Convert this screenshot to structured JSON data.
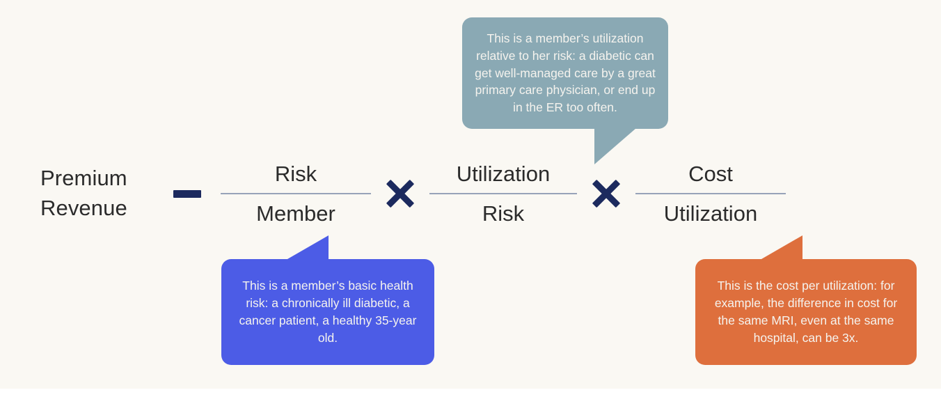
{
  "colors": {
    "page_background": "#faf8f3",
    "outer_background": "#ffffff",
    "formula_text": "#2b2b2b",
    "operator_navy": "#1c2a5e",
    "fraction_bar": "#97a3b8",
    "callout_teal": "#8aa9b4",
    "callout_blue": "#4c5ce6",
    "callout_orange": "#de6f3d",
    "callout_text": "#f5f3ee"
  },
  "formula": {
    "left_term": "Premium\nRevenue",
    "minus_operator": "−",
    "times_operator_1": "×",
    "times_operator_2": "×",
    "fractions": [
      {
        "numerator": "Risk",
        "denominator": "Member"
      },
      {
        "numerator": "Utilization",
        "denominator": "Risk"
      },
      {
        "numerator": "Cost",
        "denominator": "Utilization"
      }
    ]
  },
  "callouts": {
    "utilization": {
      "text": "This is a member’s utilization relative to her risk: a diabetic can get well-managed care by a great primary care physician, or end up in the ER too often.",
      "color": "#8aa9b4",
      "points_to": "Utilization"
    },
    "risk": {
      "text": "This is a member’s basic health risk: a chronically ill diabetic, a cancer patient, a healthy 35-year old.",
      "color": "#4c5ce6",
      "points_to": "Member"
    },
    "cost": {
      "text": "This is the cost per utilization: for example, the difference in cost for the same MRI, even at the same hospital, can be 3x.",
      "color": "#de6f3d",
      "points_to": "Utilization"
    }
  }
}
